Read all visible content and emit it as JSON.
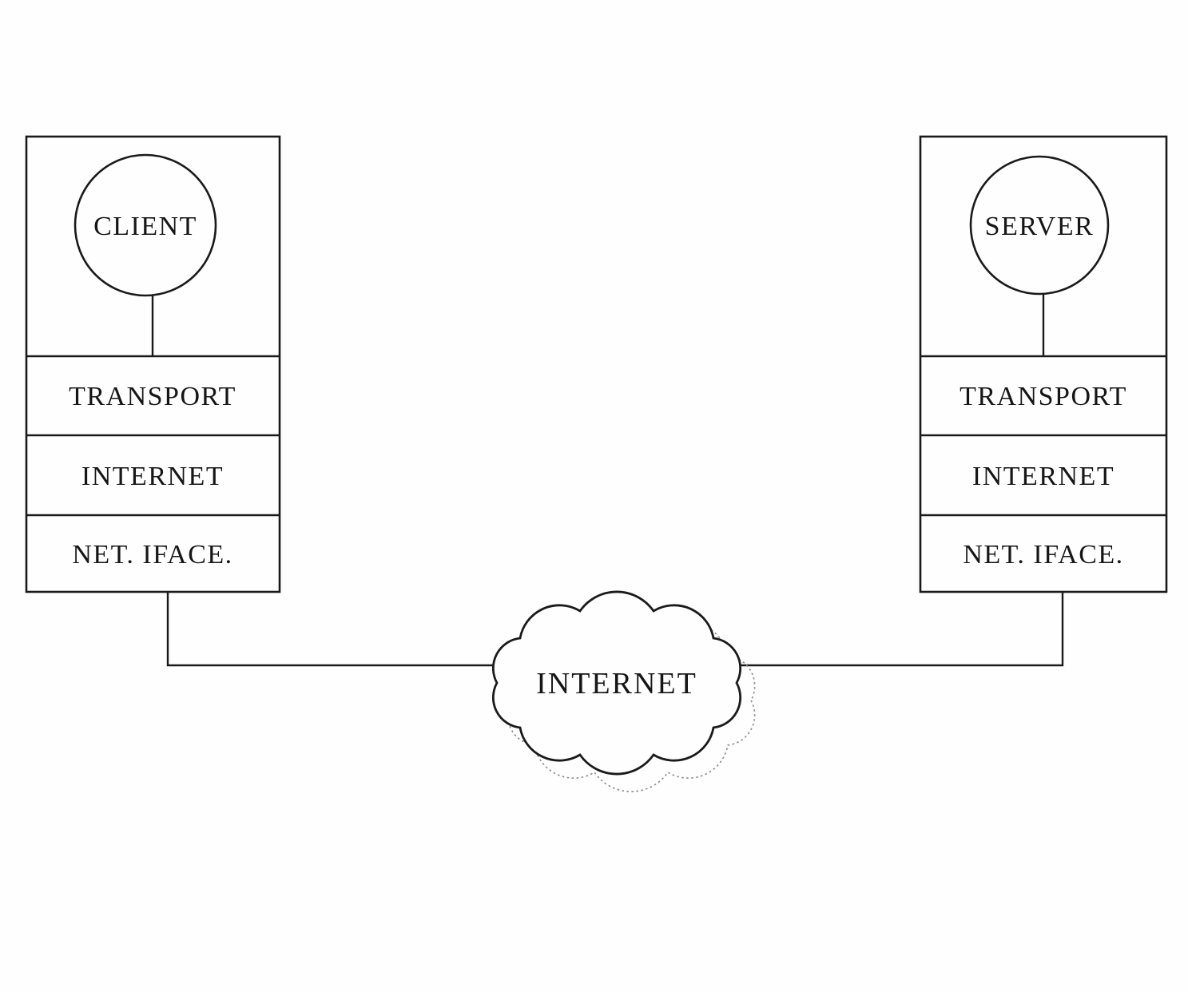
{
  "diagram": {
    "client": {
      "node_label": "CLIENT",
      "layers": [
        "TRANSPORT",
        "INTERNET",
        "NET. IFACE."
      ]
    },
    "server": {
      "node_label": "SERVER",
      "layers": [
        "TRANSPORT",
        "INTERNET",
        "NET. IFACE."
      ]
    },
    "cloud_label": "INTERNET"
  }
}
